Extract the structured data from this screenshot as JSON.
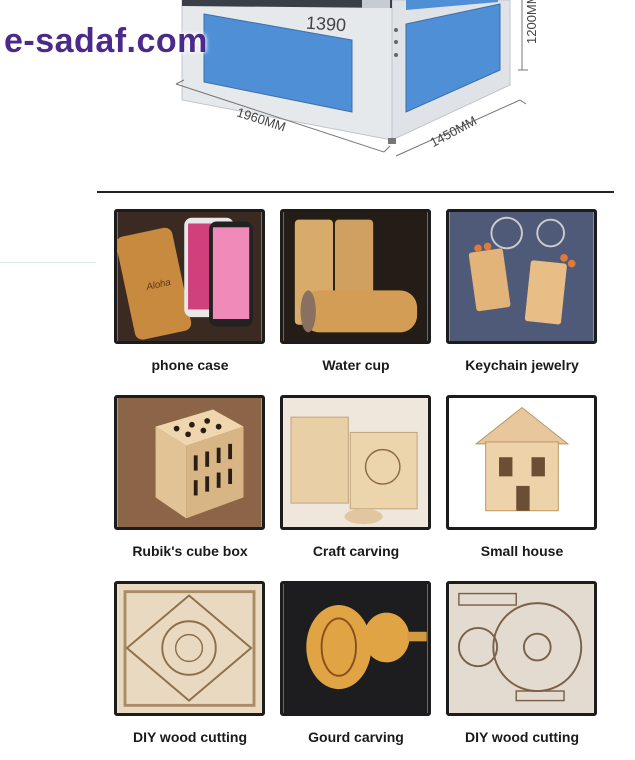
{
  "brand": {
    "logo_text": "e-sadaf.com"
  },
  "machine": {
    "model": "1390",
    "dims": {
      "width": "1960MM",
      "depth": "1450MM",
      "height": "1200MM"
    }
  },
  "products": [
    {
      "label": "phone case",
      "icon": "phone-case-photo"
    },
    {
      "label": "Water cup",
      "icon": "water-cup-photo"
    },
    {
      "label": "Keychain jewelry",
      "icon": "keychain-photo"
    },
    {
      "label": "Rubik's cube box",
      "icon": "cube-box-photo"
    },
    {
      "label": "Craft carving",
      "icon": "craft-carving-photo"
    },
    {
      "label": "Small house",
      "icon": "small-house-photo"
    },
    {
      "label": "DIY wood cutting",
      "icon": "wood-cutting-photo"
    },
    {
      "label": "Gourd carving",
      "icon": "gourd-carving-photo"
    },
    {
      "label": "DIY wood cutting",
      "icon": "wood-cutting-photo-2"
    }
  ],
  "colors": {
    "logo": "#4b2a8c",
    "machine_blue": "#4f8fd6",
    "machine_frame": "#e9ecef",
    "wood": "#d9b787"
  }
}
